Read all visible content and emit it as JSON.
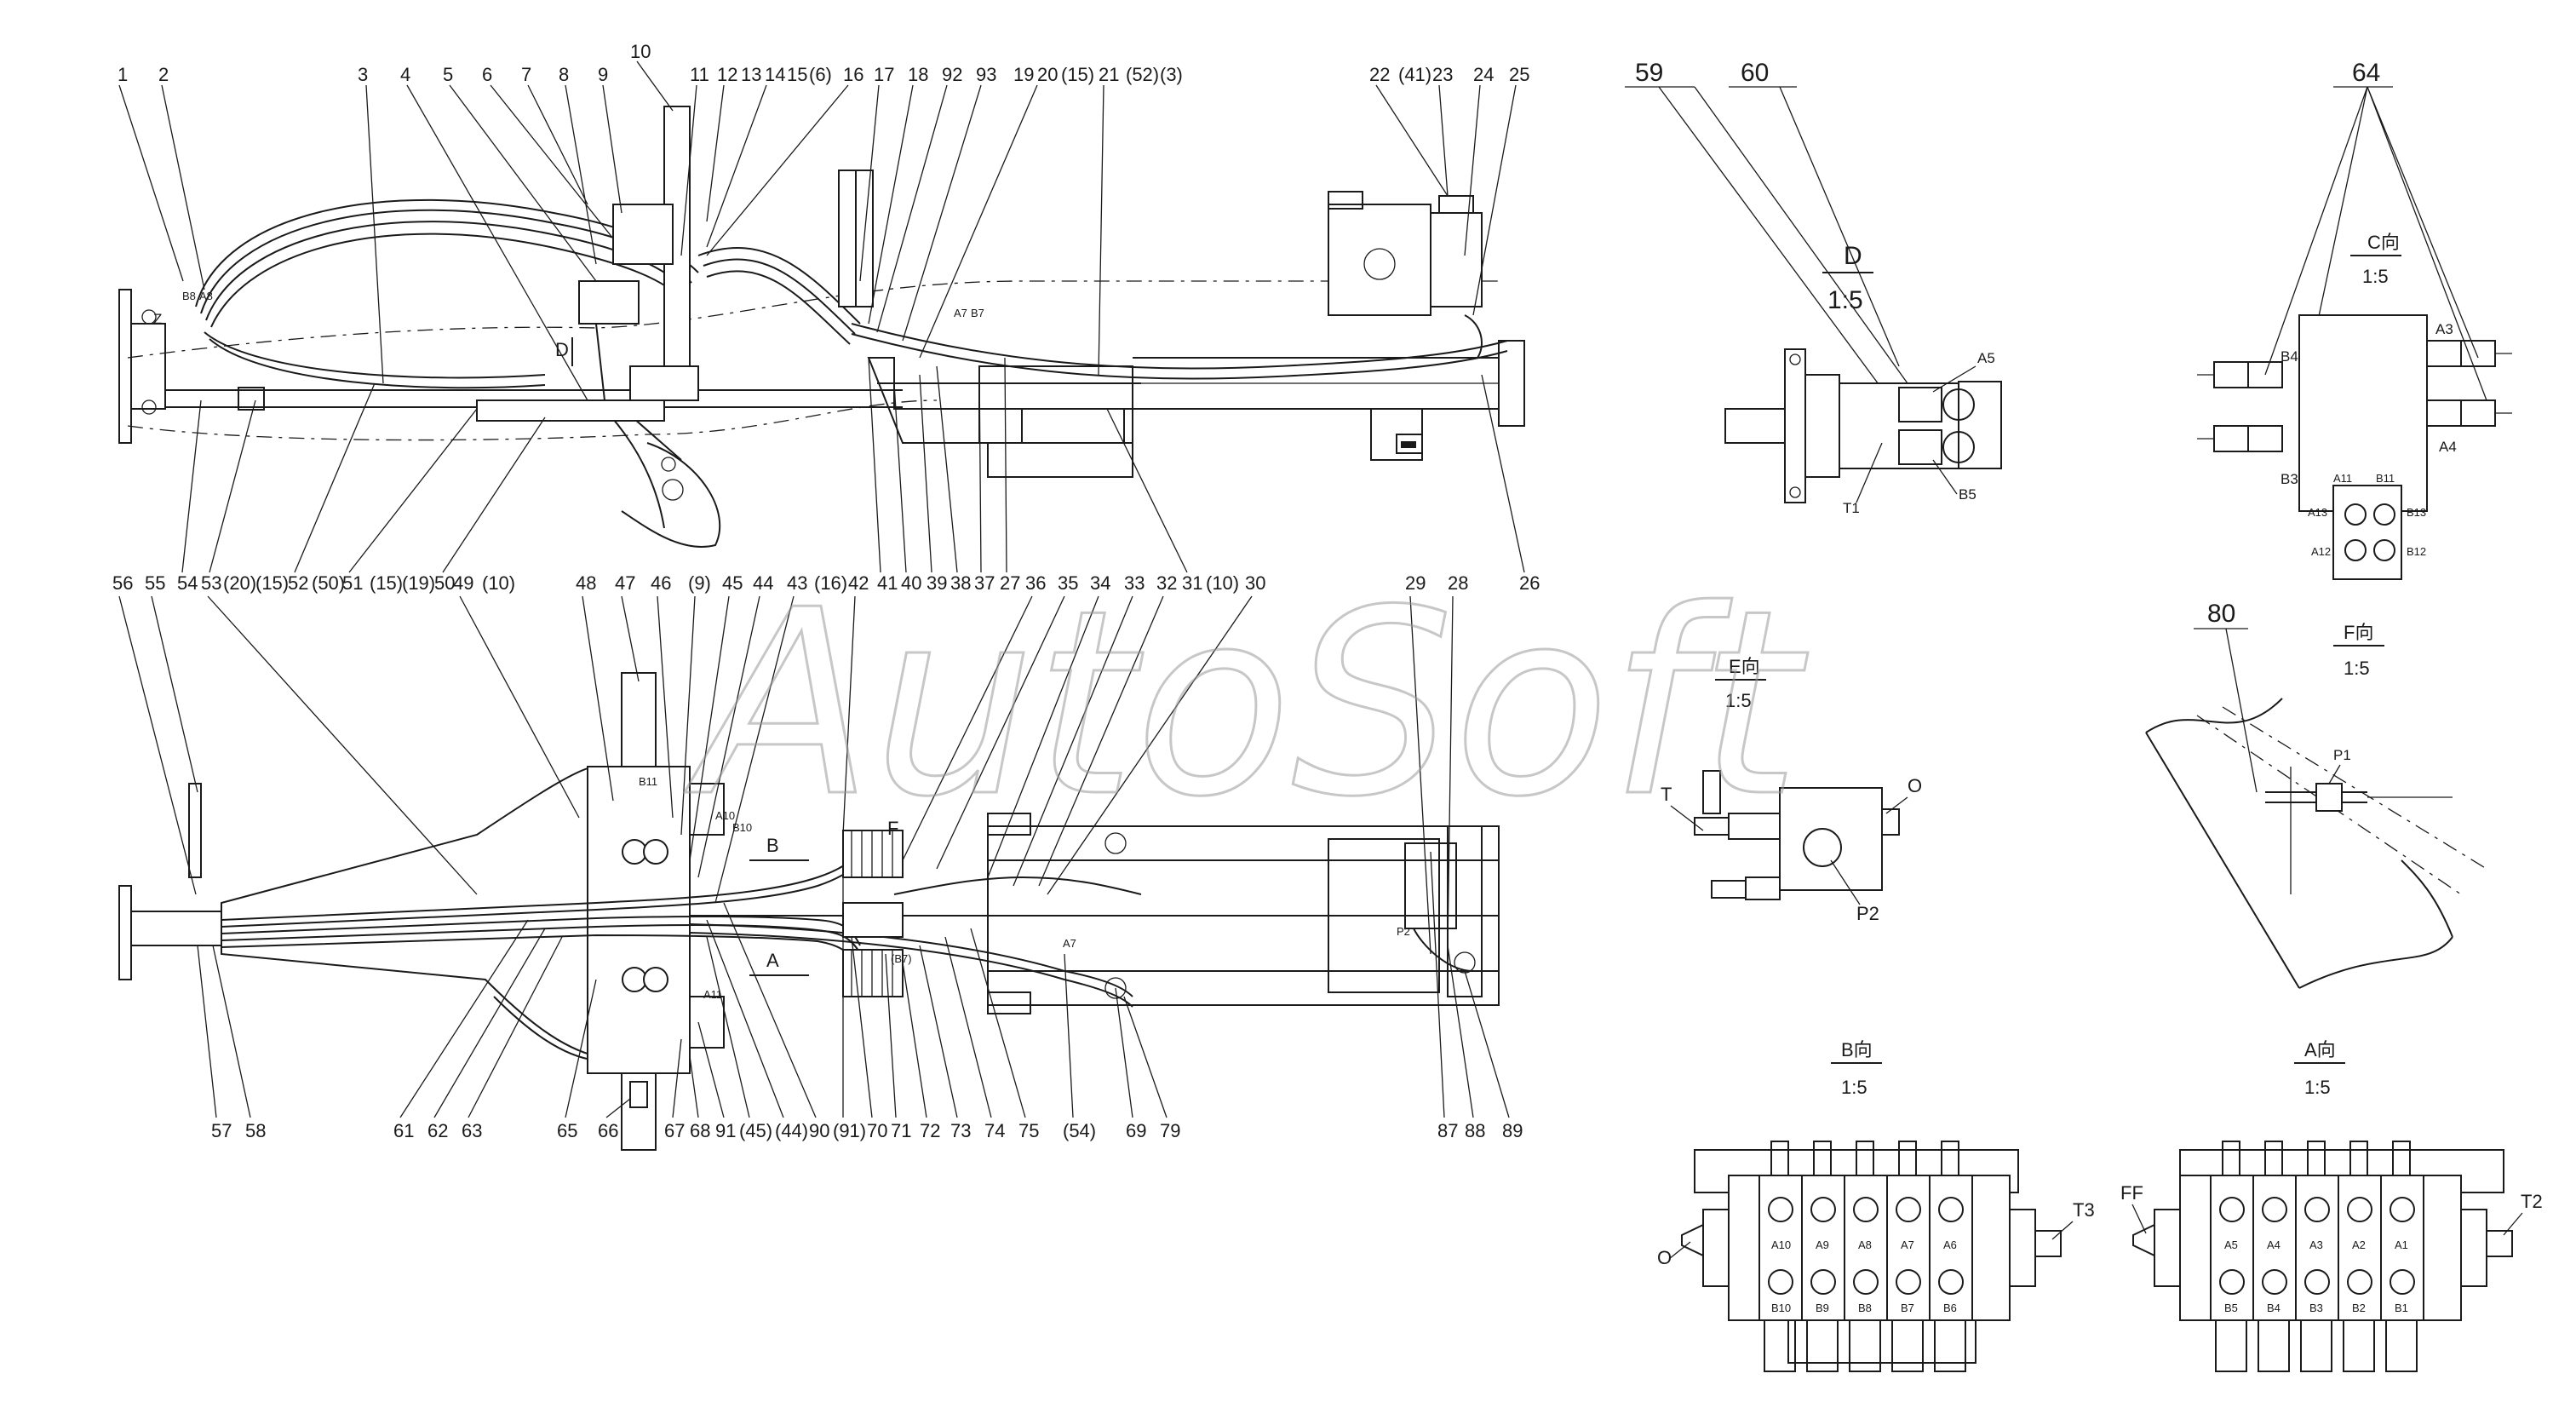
{
  "watermark": "AutoSoft",
  "top_callouts": [
    "1",
    "2",
    "3",
    "4",
    "5",
    "6",
    "7",
    "8",
    "9",
    "10",
    "11",
    "12",
    "13",
    "14",
    "15",
    "(6)",
    "16",
    "17",
    "18",
    "92",
    "93",
    "19",
    "20",
    "(15)",
    "21",
    "(52)",
    "(3)",
    "22",
    "(41)",
    "23",
    "24",
    "25"
  ],
  "mid_callouts": [
    "56",
    "55",
    "54",
    "53",
    "(20)",
    "(15)",
    "52",
    "(50)",
    "51",
    "(15)",
    "(19)",
    "50",
    "49",
    "(10)",
    "48",
    "47",
    "46",
    "(9)",
    "45",
    "44",
    "43",
    "(16)",
    "42",
    "41",
    "40",
    "39",
    "38",
    "37",
    "27",
    "36",
    "35",
    "34",
    "33",
    "32",
    "31",
    "(10)",
    "30",
    "29",
    "28",
    "26"
  ],
  "bottom_callouts": [
    "57",
    "58",
    "61",
    "62",
    "63",
    "65",
    "66",
    "67",
    "68",
    "91",
    "(45)",
    "(44)",
    "90",
    "(91)",
    "70",
    "71",
    "72",
    "73",
    "74",
    "75",
    "(54)",
    "69",
    "79",
    "87",
    "88",
    "89"
  ],
  "top_drawing_labels": {
    "d_mark": "D",
    "b8": "B8",
    "a8": "A8",
    "a7": "A7",
    "b7": "B7",
    "z": "Z"
  },
  "bottom_drawing_labels": {
    "f_mark": "F",
    "b_mark": "B",
    "a_mark": "A",
    "b11": "B11",
    "a10": "A10",
    "b10": "B10",
    "a11": "A11",
    "b7": "(B7)",
    "a7": "A7",
    "p2": "P2"
  },
  "view_d": {
    "callouts": [
      "59",
      "60"
    ],
    "title": "D",
    "scale": "1:5",
    "ports": [
      "A5",
      "T1",
      "B5"
    ]
  },
  "view_c": {
    "callout": "64",
    "title": "C向",
    "scale": "1:5",
    "ports": [
      "B4",
      "A3",
      "B3",
      "A4",
      "A11",
      "B11",
      "A13",
      "B13",
      "A12",
      "B12"
    ]
  },
  "view_e": {
    "title": "E向",
    "scale": "1:5",
    "ports": [
      "T",
      "O",
      "P2"
    ]
  },
  "view_f": {
    "callout": "80",
    "title": "F向",
    "scale": "1:5",
    "port": "P1"
  },
  "view_b": {
    "title": "B向",
    "scale": "1:5",
    "upper_ports": [
      "A10",
      "A9",
      "A8",
      "A7",
      "A6"
    ],
    "lower_ports": [
      "B10",
      "B9",
      "B8",
      "B7",
      "B6"
    ],
    "left": "O",
    "right": "T3"
  },
  "view_a": {
    "title": "A向",
    "scale": "1:5",
    "upper_ports": [
      "A5",
      "A4",
      "A3",
      "A2",
      "A1"
    ],
    "lower_ports": [
      "B5",
      "B4",
      "B3",
      "B2",
      "B1"
    ],
    "left": "FF",
    "right": "T2"
  }
}
